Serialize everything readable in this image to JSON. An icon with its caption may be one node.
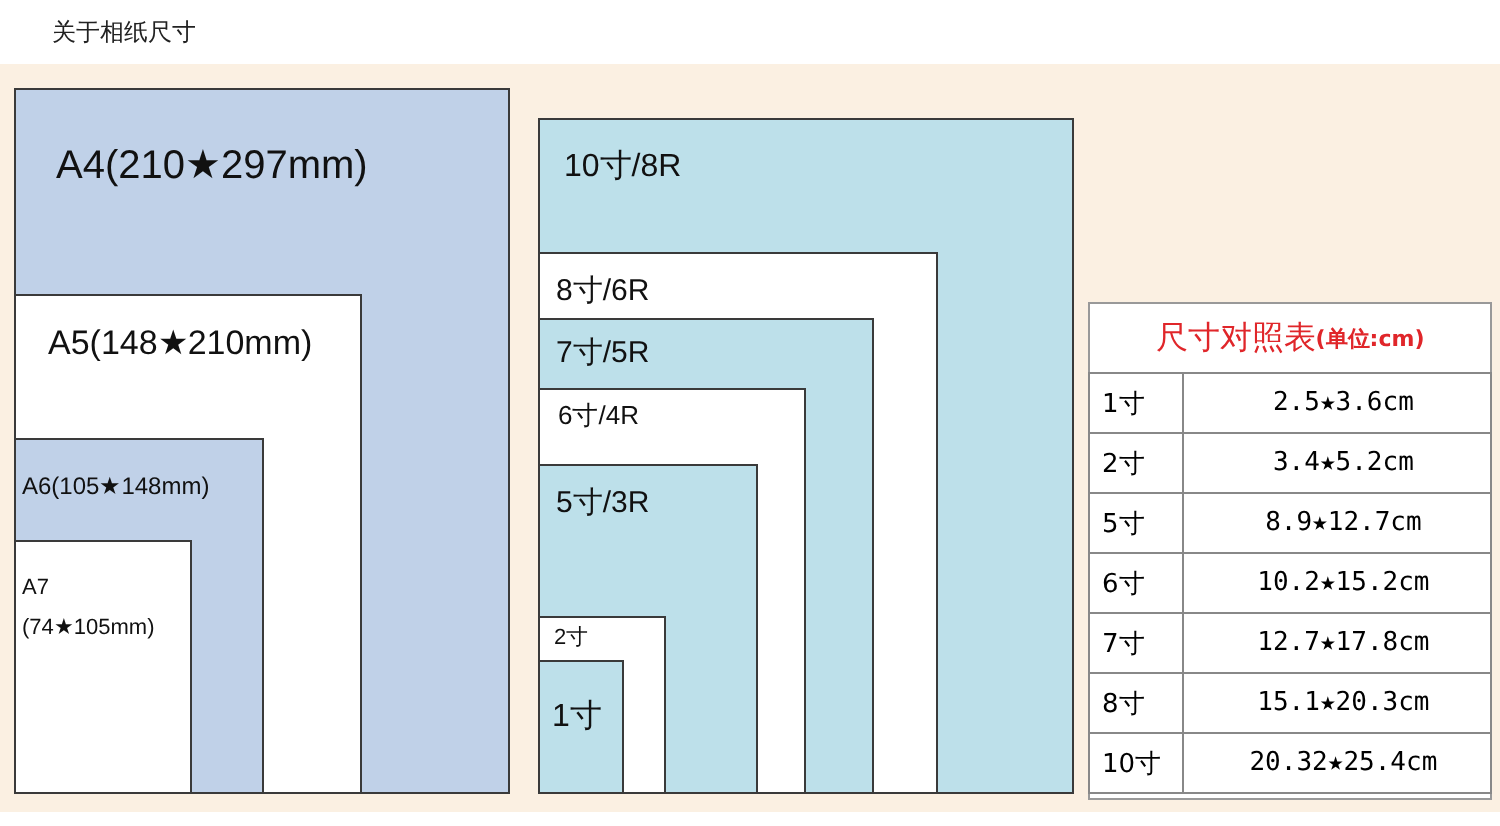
{
  "diagram": {
    "title": "关于相纸尺寸",
    "nodes": [
      {
        "text": [
          "A4(210★297mm)"
        ]
      },
      {
        "text": [
          "A5(148★210mm)"
        ],
        "in": 0
      },
      {
        "text": [
          "A6(105★148mm)"
        ],
        "in": 1
      },
      {
        "text": [
          "A7 (74★105mm)"
        ],
        "in": 2
      },
      {
        "text": [
          "10寸/8R"
        ]
      },
      {
        "text": [
          "8寸/6R"
        ],
        "in": 4
      },
      {
        "text": [
          "7寸/5R"
        ],
        "in": 5
      },
      {
        "text": [
          "6寸/4R"
        ],
        "in": 6
      },
      {
        "text": [
          "5寸/3R"
        ],
        "in": 7
      },
      {
        "text": [
          "2寸"
        ],
        "in": 8
      },
      {
        "text": [
          "1寸"
        ],
        "in": 9
      },
      {
        "text": [
          "尺寸对照表",
          "(单位:cm)"
        ]
      }
    ],
    "edges": [],
    "labels": [
      "1寸",
      "2.5★3.6cm",
      "2寸",
      "3.4★5.2cm",
      "5寸",
      "8.9★12.7cm",
      "6寸",
      "10.2★15.2cm",
      "7寸",
      "12.7★17.8cm",
      "8寸",
      "15.1★20.3cm",
      "10寸",
      "20.32★25.4cm"
    ]
  }
}
